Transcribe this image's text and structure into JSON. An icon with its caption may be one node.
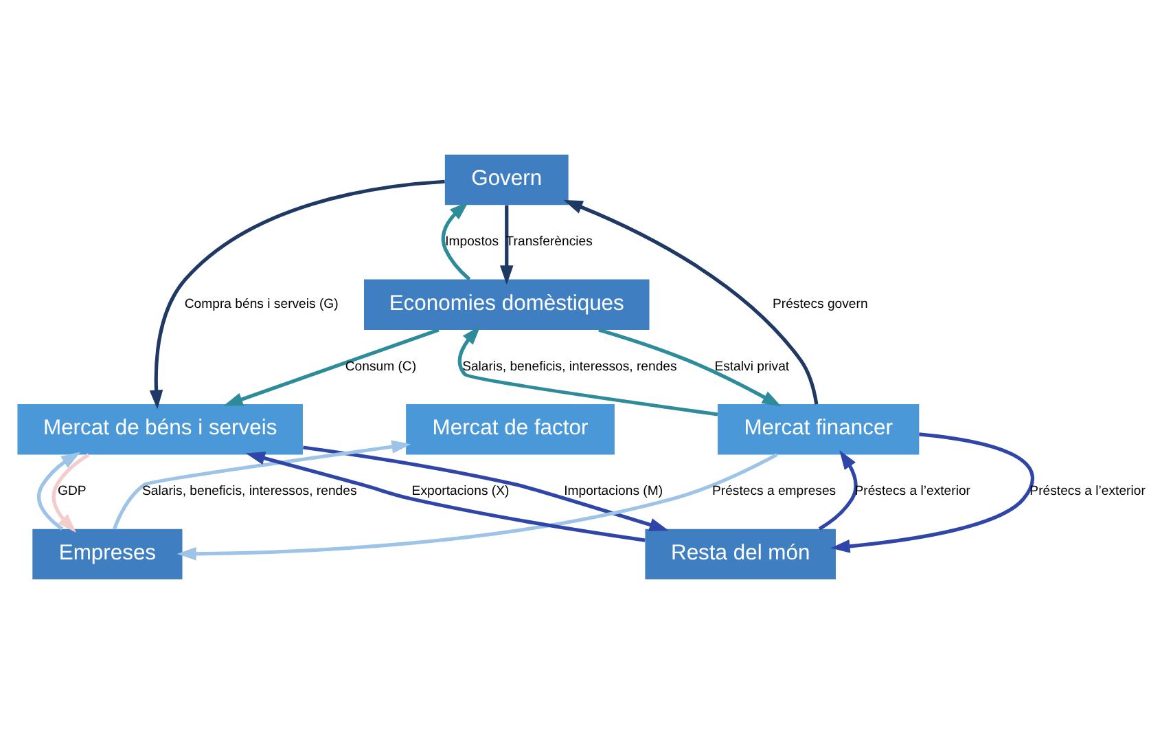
{
  "diagram": {
    "nodes": [
      {
        "text": [
          "Govern"
        ]
      },
      {
        "text": [
          "Economies domèstiques"
        ]
      },
      {
        "text": [
          "Mercat de béns i serveis"
        ]
      },
      {
        "text": [
          "Mercat de factor"
        ]
      },
      {
        "text": [
          "Mercat financer"
        ]
      },
      {
        "text": [
          "Empreses"
        ]
      },
      {
        "text": [
          "Resta del món"
        ]
      }
    ],
    "edges": [
      {
        "from": 0,
        "to": 2,
        "arrow": "to",
        "label": "Compra béns i serveis (G)",
        "color": "#1f3864"
      },
      {
        "from": 1,
        "to": 0,
        "arrow": "to",
        "label": "Impostos",
        "color": "#2e8b9a"
      },
      {
        "from": 0,
        "to": 1,
        "arrow": "to",
        "label": "Transferències",
        "color": "#1f3864"
      },
      {
        "from": 4,
        "to": 0,
        "arrow": "to",
        "label": "Préstecs govern",
        "color": "#1f3864"
      },
      {
        "from": 1,
        "to": 2,
        "arrow": "to",
        "label": "Consum (C)",
        "color": "#2e8b9a"
      },
      {
        "from": 1,
        "to": 4,
        "arrow": "to",
        "label": "Estalvi privat",
        "color": "#2e8b9a"
      },
      {
        "from": 4,
        "to": 1,
        "arrow": "to",
        "label": "Salaris, beneficis, interessos, rendes",
        "color": "#2e8b9a"
      },
      {
        "from": 2,
        "to": 5,
        "arrow": "to",
        "label": "GDP",
        "color": "#f4cccc"
      },
      {
        "from": 5,
        "to": 2,
        "arrow": "to",
        "color": "#9dc3e6"
      },
      {
        "from": 5,
        "to": 3,
        "arrow": "to",
        "label": "Salaris, beneficis, interessos, rendes",
        "color": "#9dc3e6"
      },
      {
        "from": 4,
        "to": 5,
        "arrow": "to",
        "label": "Préstecs a empreses",
        "color": "#9dc3e6"
      },
      {
        "from": 6,
        "to": 2,
        "arrow": "to",
        "label": "Exportacions (X)"
      },
      {
        "from": 2,
        "to": 6,
        "arrow": "to",
        "label": "Importacions (M)"
      },
      {
        "from": 4,
        "to": 6,
        "arrow": "to",
        "label": "Préstecs a l’exterior"
      },
      {
        "from": 6,
        "to": 4,
        "arrow": "to",
        "label": "Préstecs a l’exterior"
      }
    ]
  }
}
